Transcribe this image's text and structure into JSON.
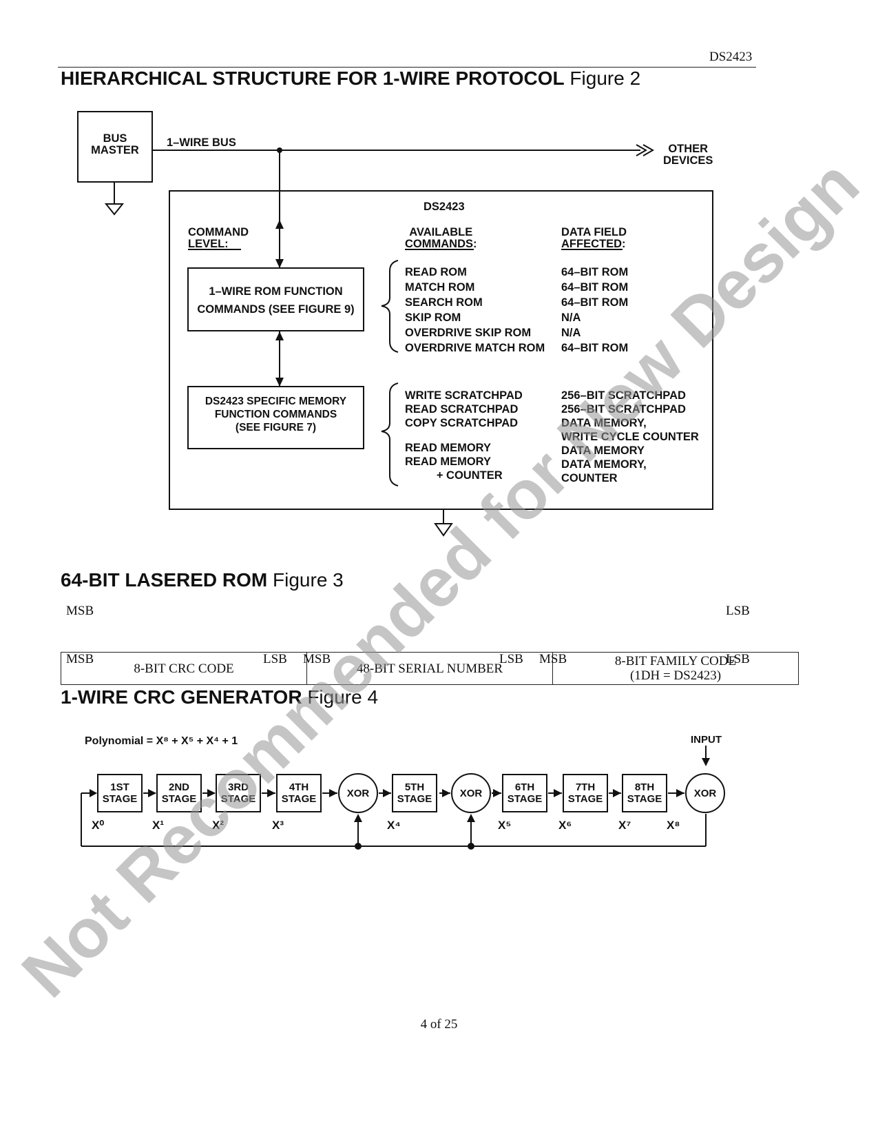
{
  "header": {
    "doc_id": "DS2423"
  },
  "fig2": {
    "heading_bold": "HIERARCHICAL STRUCTURE FOR 1-WIRE PROTOCOL",
    "heading_fig": "Figure 2",
    "bus_master": "BUS\nMASTER",
    "bus_label": "1–WIRE BUS",
    "other_devices": "OTHER\nDEVICES",
    "device_title": "DS2423",
    "col_command_level": "COMMAND\nLEVEL:",
    "col_available": "AVAILABLE\nCOMMANDS:",
    "col_data_field": "DATA FIELD\nAFFECTED:",
    "rom_box": "1–WIRE ROM FUNCTION\nCOMMANDS (SEE FIGURE 9)",
    "mem_box": "DS2423 SPECIFIC MEMORY\nFUNCTION COMMANDS\n(SEE FIGURE 7)",
    "rom_commands": [
      "READ ROM",
      "MATCH ROM",
      "SEARCH ROM",
      "SKIP ROM",
      "OVERDRIVE SKIP ROM",
      "OVERDRIVE MATCH ROM"
    ],
    "rom_fields": [
      "64–BIT ROM",
      "64–BIT ROM",
      "64–BIT ROM",
      "N/A",
      "N/A",
      "64–BIT ROM"
    ],
    "mem_commands": [
      "WRITE SCRATCHPAD",
      "READ SCRATCHPAD",
      "COPY SCRATCHPAD",
      "",
      "READ MEMORY",
      "READ MEMORY",
      "          + COUNTER"
    ],
    "mem_fields": [
      "256–BIT SCRATCHPAD",
      "256–BIT SCRATCHPAD",
      "DATA MEMORY,",
      "WRITE CYCLE COUNTER",
      "DATA MEMORY",
      "DATA MEMORY,",
      "COUNTER"
    ]
  },
  "fig3": {
    "heading_bold": "64-BIT LASERED ROM",
    "heading_fig": "Figure 3",
    "msb": "MSB",
    "lsb": "LSB",
    "fields": [
      "8-BIT CRC CODE",
      "48-BIT SERIAL NUMBER",
      "8-BIT FAMILY CODE\n(1DH = DS2423)"
    ]
  },
  "fig4": {
    "heading_bold": "1-WIRE CRC GENERATOR",
    "heading_fig": "Figure 4",
    "polynomial": "Polynomial = X⁸ + X⁵ + X⁴ + 1",
    "input": "INPUT",
    "stages": [
      "1ST\nSTAGE",
      "2ND\nSTAGE",
      "3RD\nSTAGE",
      "4TH\nSTAGE",
      "5TH\nSTAGE",
      "6TH\nSTAGE",
      "7TH\nSTAGE",
      "8TH\nSTAGE"
    ],
    "xor": "XOR",
    "x_labels": [
      "X⁰",
      "X¹",
      "X²",
      "X³",
      "X⁴",
      "X⁵",
      "X⁶",
      "X⁷",
      "X⁸"
    ]
  },
  "watermark": "Not Recommended for New Design",
  "footer": {
    "page": "4 of 25"
  }
}
